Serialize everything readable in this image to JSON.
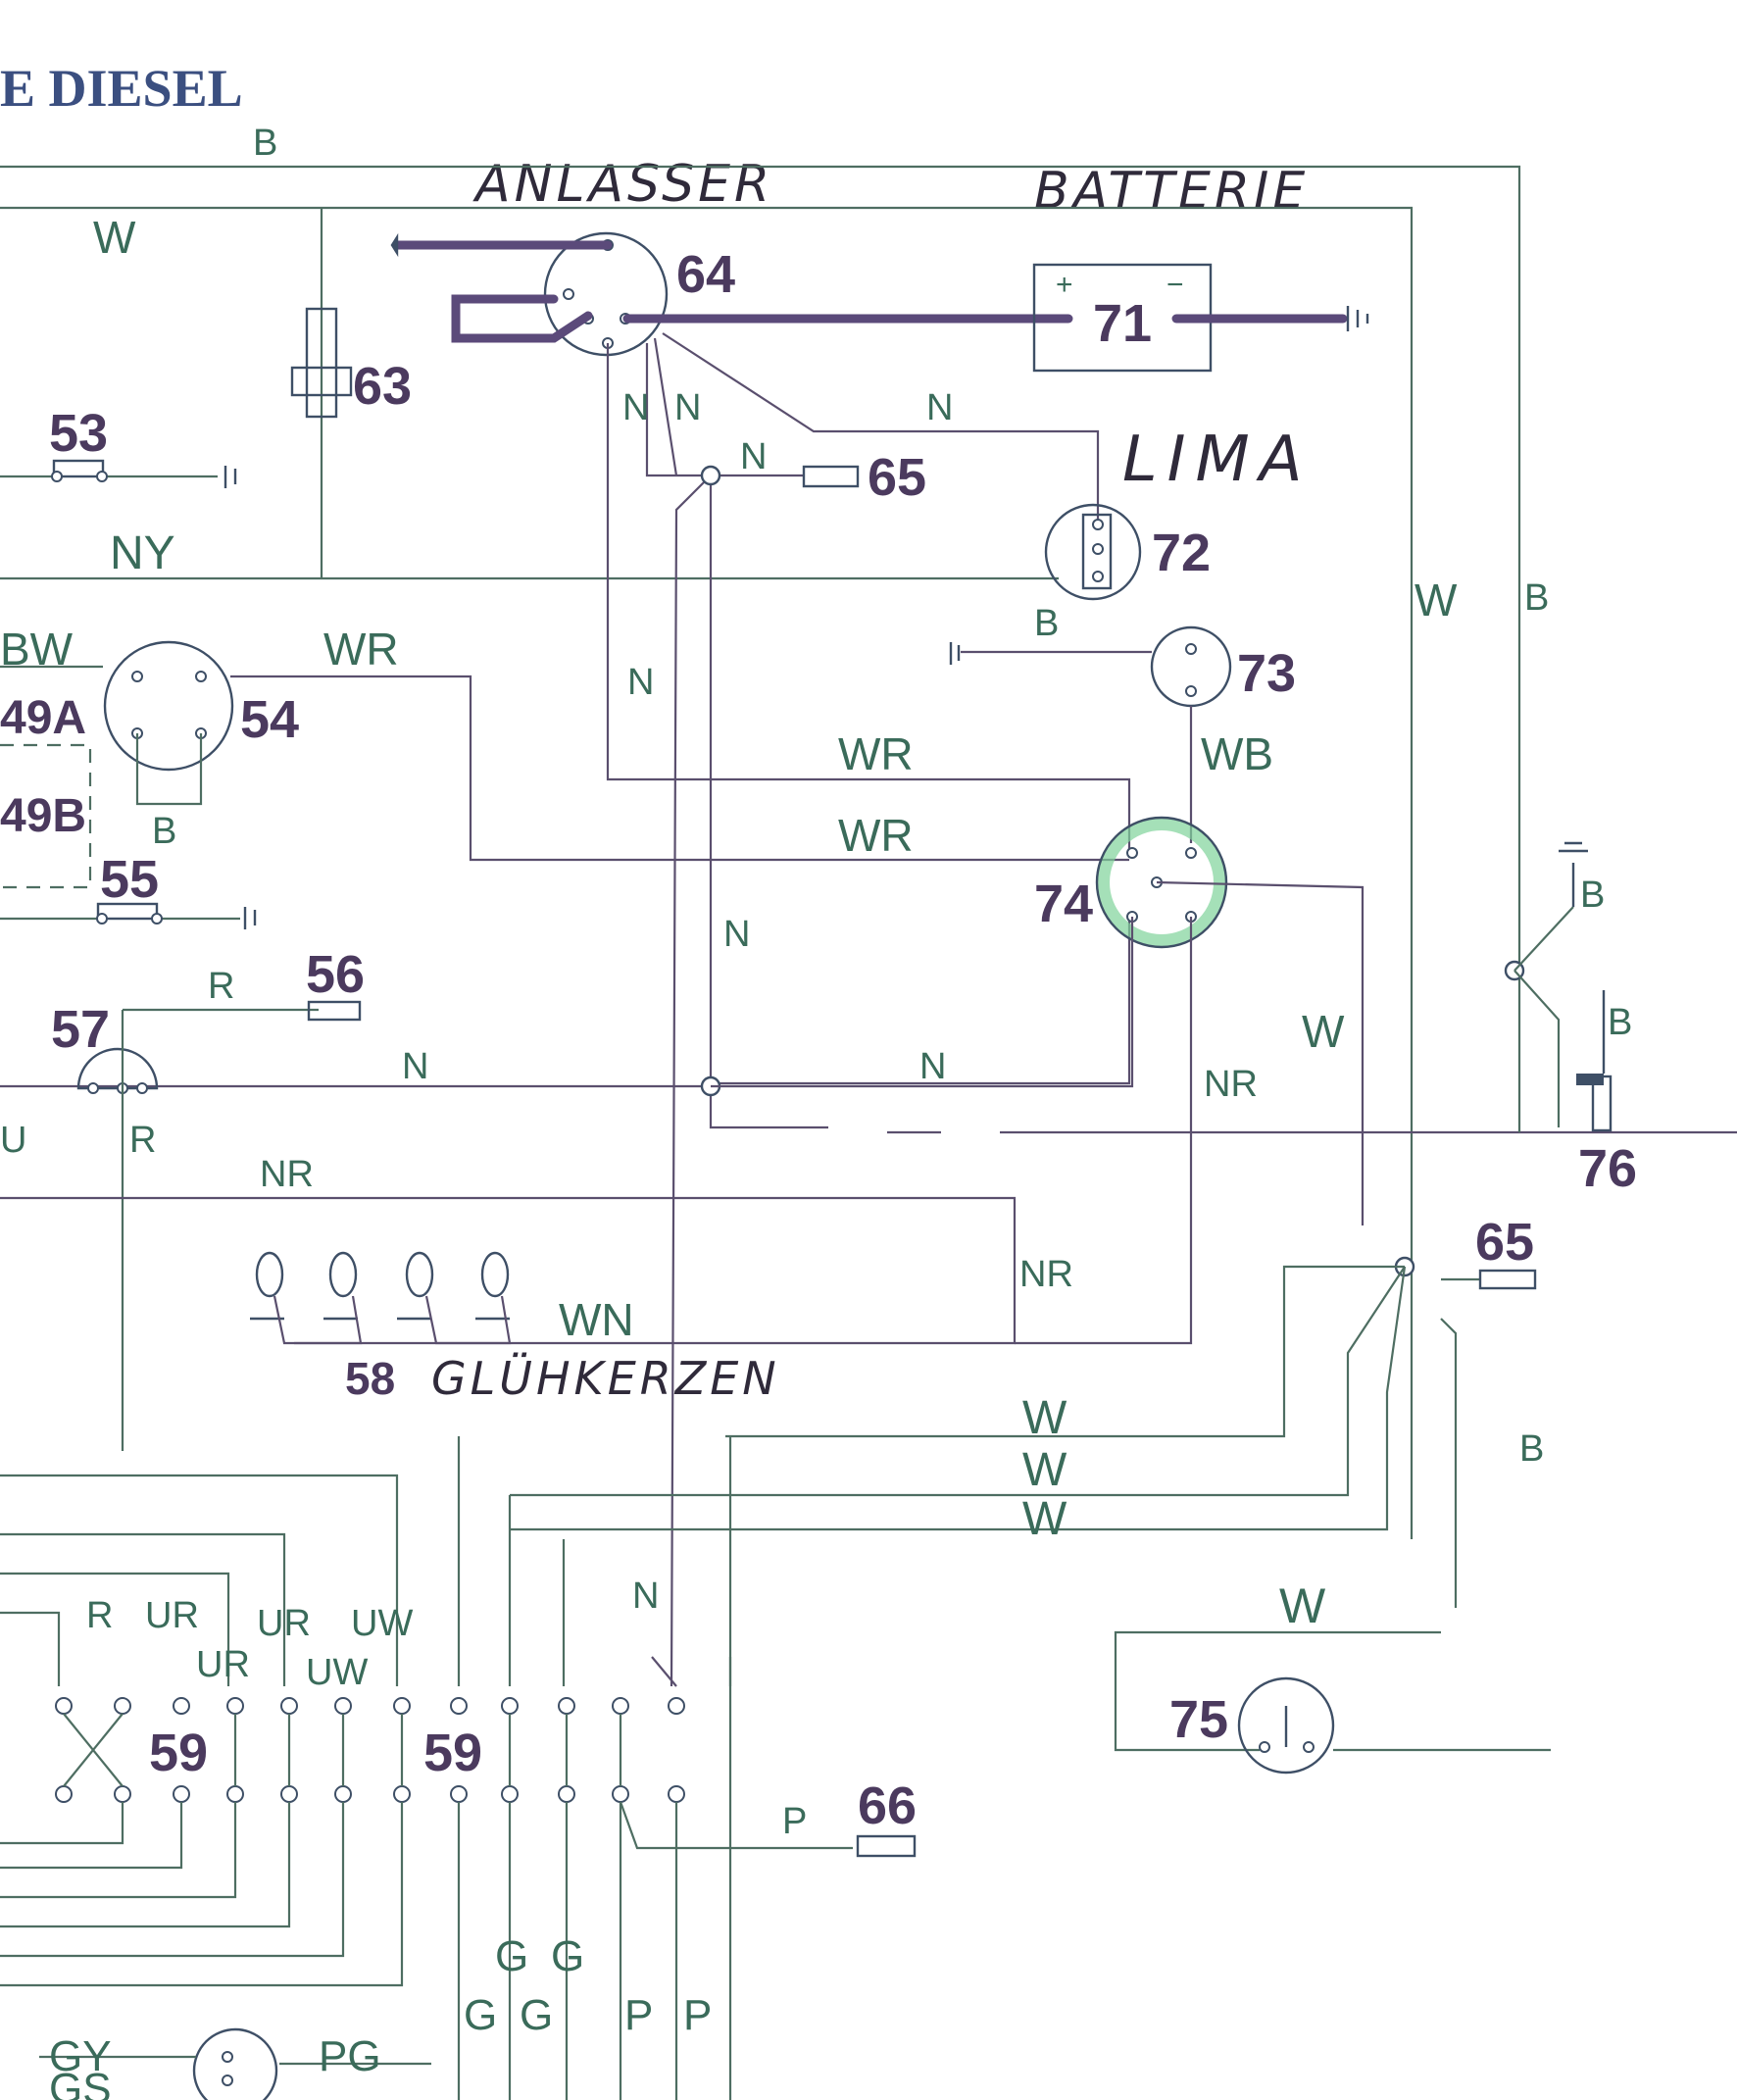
{
  "title": "E DIESEL",
  "handwritten": {
    "anlasser": "ANLASSER",
    "batterie": "BATTERIE",
    "lima": "LIMA",
    "gluehkerzen": "GLÜHKERZEN"
  },
  "components": {
    "c49a": "49A",
    "c49b": "49B",
    "c53": "53",
    "c54": "54",
    "c55": "55",
    "c56": "56",
    "c57": "57",
    "c58": "58",
    "c59a": "59",
    "c59b": "59",
    "c63": "63",
    "c64": "64",
    "c65a": "65",
    "c65b": "65",
    "c66": "66",
    "c71": "71",
    "c72": "72",
    "c73": "73",
    "c74": "74",
    "c75": "75",
    "c76": "76"
  },
  "wires": {
    "B_top": "B",
    "W_left": "W",
    "NY": "NY",
    "BW": "BW",
    "WR_54": "WR",
    "B_54": "B",
    "N1": "N",
    "N2": "N",
    "N_65": "N",
    "N_lima": "N",
    "N_mid": "N",
    "N_low": "N",
    "B_73": "B",
    "WR_1": "WR",
    "WR_2": "WR",
    "WB": "WB",
    "W_right": "W",
    "B_right": "B",
    "B_76a": "B",
    "B_76b": "B",
    "W_74": "W",
    "N_left": "N",
    "N_right": "N",
    "NR_74": "NR",
    "R_56": "R",
    "U": "U",
    "R_57": "R",
    "NR_mid": "NR",
    "NR_right": "NR",
    "WN": "WN",
    "W_a": "W",
    "W_b": "W",
    "W_c": "W",
    "B_65": "B",
    "W_75": "W",
    "N_59": "N",
    "R_b": "R",
    "UR_1": "UR",
    "UR_2": "UR",
    "UW_1": "UW",
    "UR_3": "UR",
    "UW_2": "UW",
    "P_66": "P",
    "G1": "G",
    "G2": "G",
    "G3": "G",
    "G4": "G",
    "P1": "P",
    "P2": "P",
    "GY": "GY",
    "GS": "GS",
    "PG": "PG",
    "battery_plus": "+",
    "battery_minus": "−"
  }
}
